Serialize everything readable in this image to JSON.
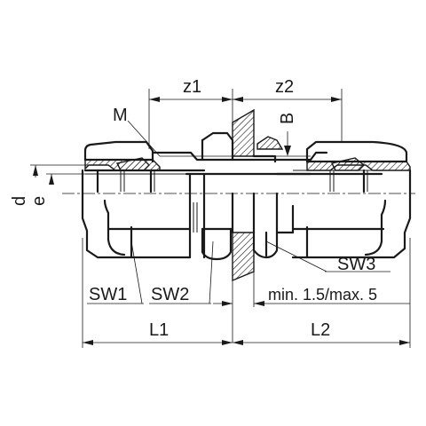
{
  "labels": {
    "z1": "z1",
    "z2": "z2",
    "M": "M",
    "B": "B",
    "d": "d",
    "e": "e",
    "SW1": "SW1",
    "SW2": "SW2",
    "SW3": "SW3",
    "min_max": "min. 1.5/max. 5",
    "L1": "L1",
    "L2": "L2"
  }
}
